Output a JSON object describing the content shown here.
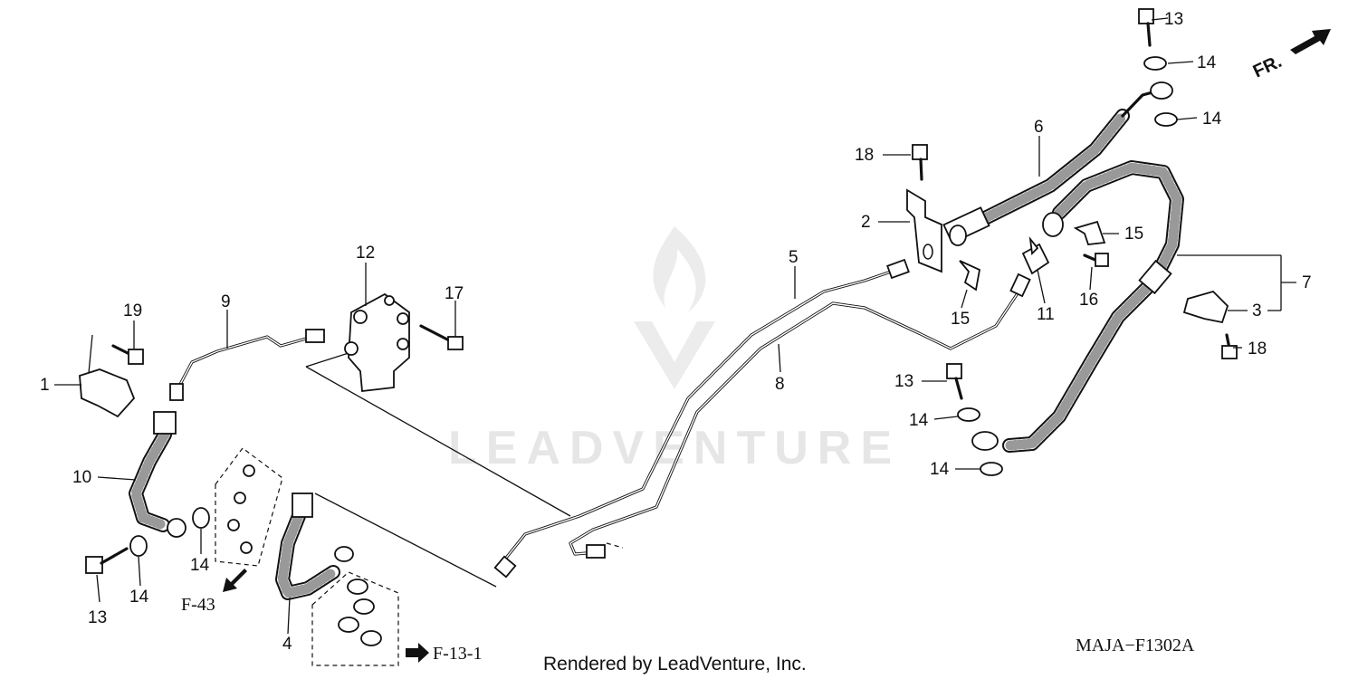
{
  "diagram": {
    "watermark": "LEADVENTURE",
    "credit": "Rendered by LeadVenture, Inc.",
    "diagram_code": "MAJA−F1302A",
    "front_label": "FR.",
    "refs": {
      "f43": "F-43",
      "f131": "F-13-1"
    },
    "callouts": [
      {
        "id": "c13a",
        "text": "13"
      },
      {
        "id": "c14a",
        "text": "14"
      },
      {
        "id": "c14b",
        "text": "14"
      },
      {
        "id": "c6",
        "text": "6"
      },
      {
        "id": "c18a",
        "text": "18"
      },
      {
        "id": "c2",
        "text": "2"
      },
      {
        "id": "c15a",
        "text": "15"
      },
      {
        "id": "c5",
        "text": "5"
      },
      {
        "id": "c7",
        "text": "7"
      },
      {
        "id": "c12",
        "text": "12"
      },
      {
        "id": "c16",
        "text": "16"
      },
      {
        "id": "c15b",
        "text": "15"
      },
      {
        "id": "c11",
        "text": "11"
      },
      {
        "id": "c3",
        "text": "3"
      },
      {
        "id": "c9",
        "text": "9"
      },
      {
        "id": "c17",
        "text": "17"
      },
      {
        "id": "c19",
        "text": "19"
      },
      {
        "id": "c18b",
        "text": "18"
      },
      {
        "id": "c8",
        "text": "8"
      },
      {
        "id": "c1",
        "text": "1"
      },
      {
        "id": "c13b",
        "text": "13"
      },
      {
        "id": "c14c",
        "text": "14"
      },
      {
        "id": "c10",
        "text": "10"
      },
      {
        "id": "c14d",
        "text": "14"
      },
      {
        "id": "c14e",
        "text": "14"
      },
      {
        "id": "c13c",
        "text": "13"
      },
      {
        "id": "c14f",
        "text": "14"
      },
      {
        "id": "c4",
        "text": "4"
      }
    ]
  }
}
